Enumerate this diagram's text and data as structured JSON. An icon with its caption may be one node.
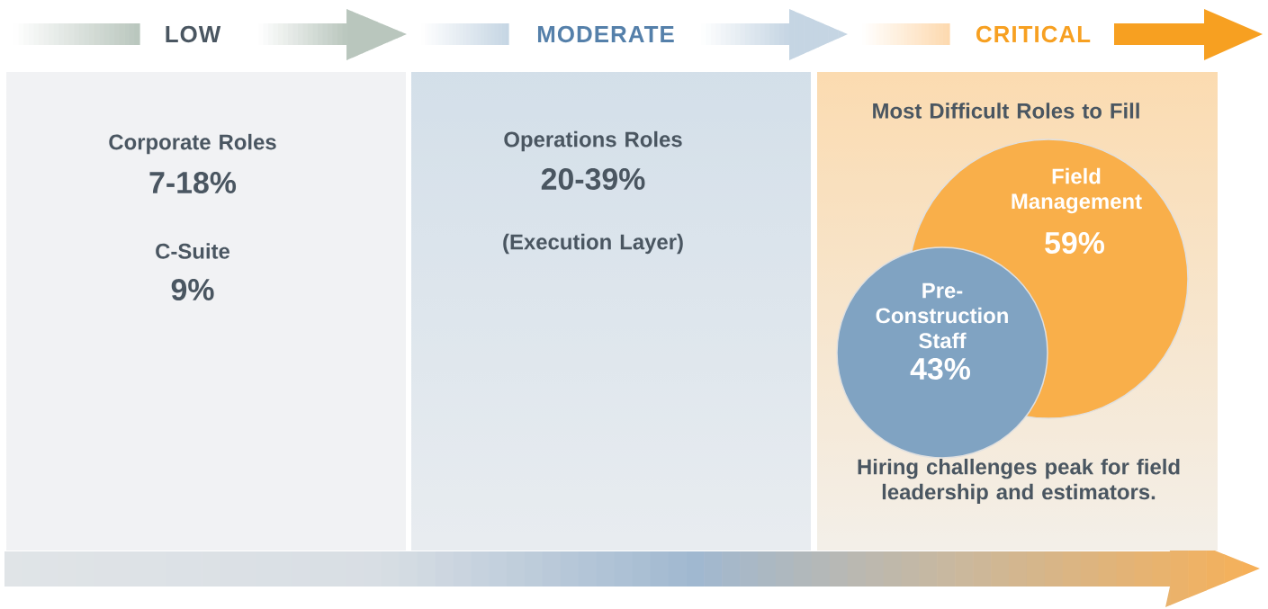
{
  "diagram": {
    "nodes": [
      {
        "text": [
          "Corporate Roles",
          "7-18%",
          "C-Suite",
          "9%"
        ]
      },
      {
        "text": [
          "Operations Roles",
          "20-39%",
          "(Execution Layer)"
        ]
      },
      {
        "text": [
          "Most Difficult Roles to Fill",
          "Hiring challenges peak for field leadership and estimators."
        ]
      },
      {
        "text": [
          "Field Management",
          "59%"
        ],
        "in": 2
      },
      {
        "text": [
          "Pre-Construction Staff",
          "43%"
        ],
        "in": 2
      }
    ],
    "edges": [],
    "labels": [
      "LOW",
      "MODERATE",
      "CRITICAL"
    ]
  }
}
